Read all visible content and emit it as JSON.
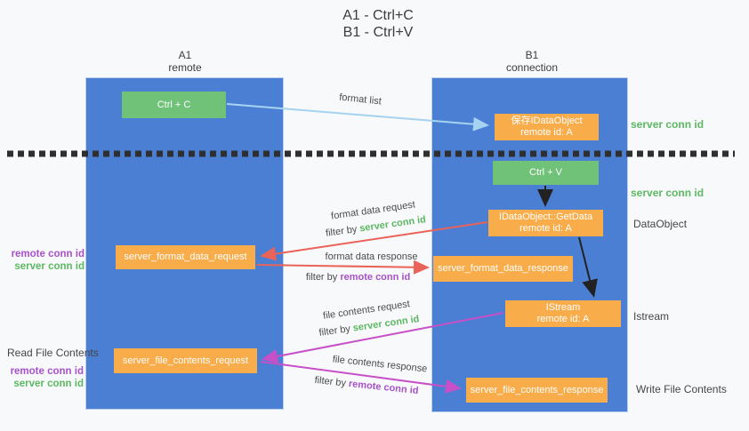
{
  "title": {
    "line1": "A1 - Ctrl+C",
    "line2": "B1 - Ctrl+V"
  },
  "lanes": {
    "a1": {
      "name": "A1",
      "role": "remote"
    },
    "b1": {
      "name": "B1",
      "role": "connection"
    }
  },
  "nodes": {
    "ctrl_c": {
      "label": "Ctrl + C"
    },
    "save_idataobject": {
      "line1": "保存IDataObject",
      "line2": "remote id: A"
    },
    "ctrl_v": {
      "label": "Ctrl + V"
    },
    "getdata": {
      "line1": "IDataObject::GetData",
      "line2": "remote id: A"
    },
    "format_request": {
      "label": "server_format_data_request"
    },
    "format_response": {
      "label": "server_format_data_response"
    },
    "istream": {
      "line1": "IStream",
      "line2": "remote id: A"
    },
    "file_request": {
      "label": "server_file_contents_request"
    },
    "file_response": {
      "label": "server_file_contents_response"
    }
  },
  "annotations": {
    "right": {
      "server_conn_id_top": "server conn id",
      "server_conn_id_mid": "server conn id",
      "dataobject": "DataObject",
      "istream": "Istream",
      "write_file_contents": "Write File Contents"
    },
    "left": {
      "remote_conn_id_top": "remote conn id",
      "server_conn_id_top": "server conn id",
      "read_file_contents": "Read File Contents",
      "remote_conn_id_bottom": "remote conn id",
      "server_conn_id_bottom": "server conn id"
    }
  },
  "edges": {
    "format_list": {
      "label": "format list"
    },
    "format_data_request": {
      "label": "format data request",
      "filter_prefix": "filter by ",
      "filter_value": "server conn id"
    },
    "format_data_response": {
      "label": "format data response",
      "filter_prefix": "filter by ",
      "filter_value": "remote conn id"
    },
    "file_contents_request": {
      "label": "file contents request",
      "filter_prefix": "filter by ",
      "filter_value": "server conn id"
    },
    "file_contents_response": {
      "label": "file contents response",
      "filter_prefix": "filter by ",
      "filter_value": "remote conn id"
    }
  },
  "colors": {
    "lane_blue": "#4a7fd4",
    "box_orange": "#f9ac4a",
    "box_green": "#70c278",
    "green_text": "#5cb863",
    "purple_text": "#a951cb",
    "red_arrow": "#e96358",
    "magenta_arrow": "#c750c9",
    "lightblue_arrow": "#a6d3ef",
    "dotted_line": "#2f2f2f"
  }
}
